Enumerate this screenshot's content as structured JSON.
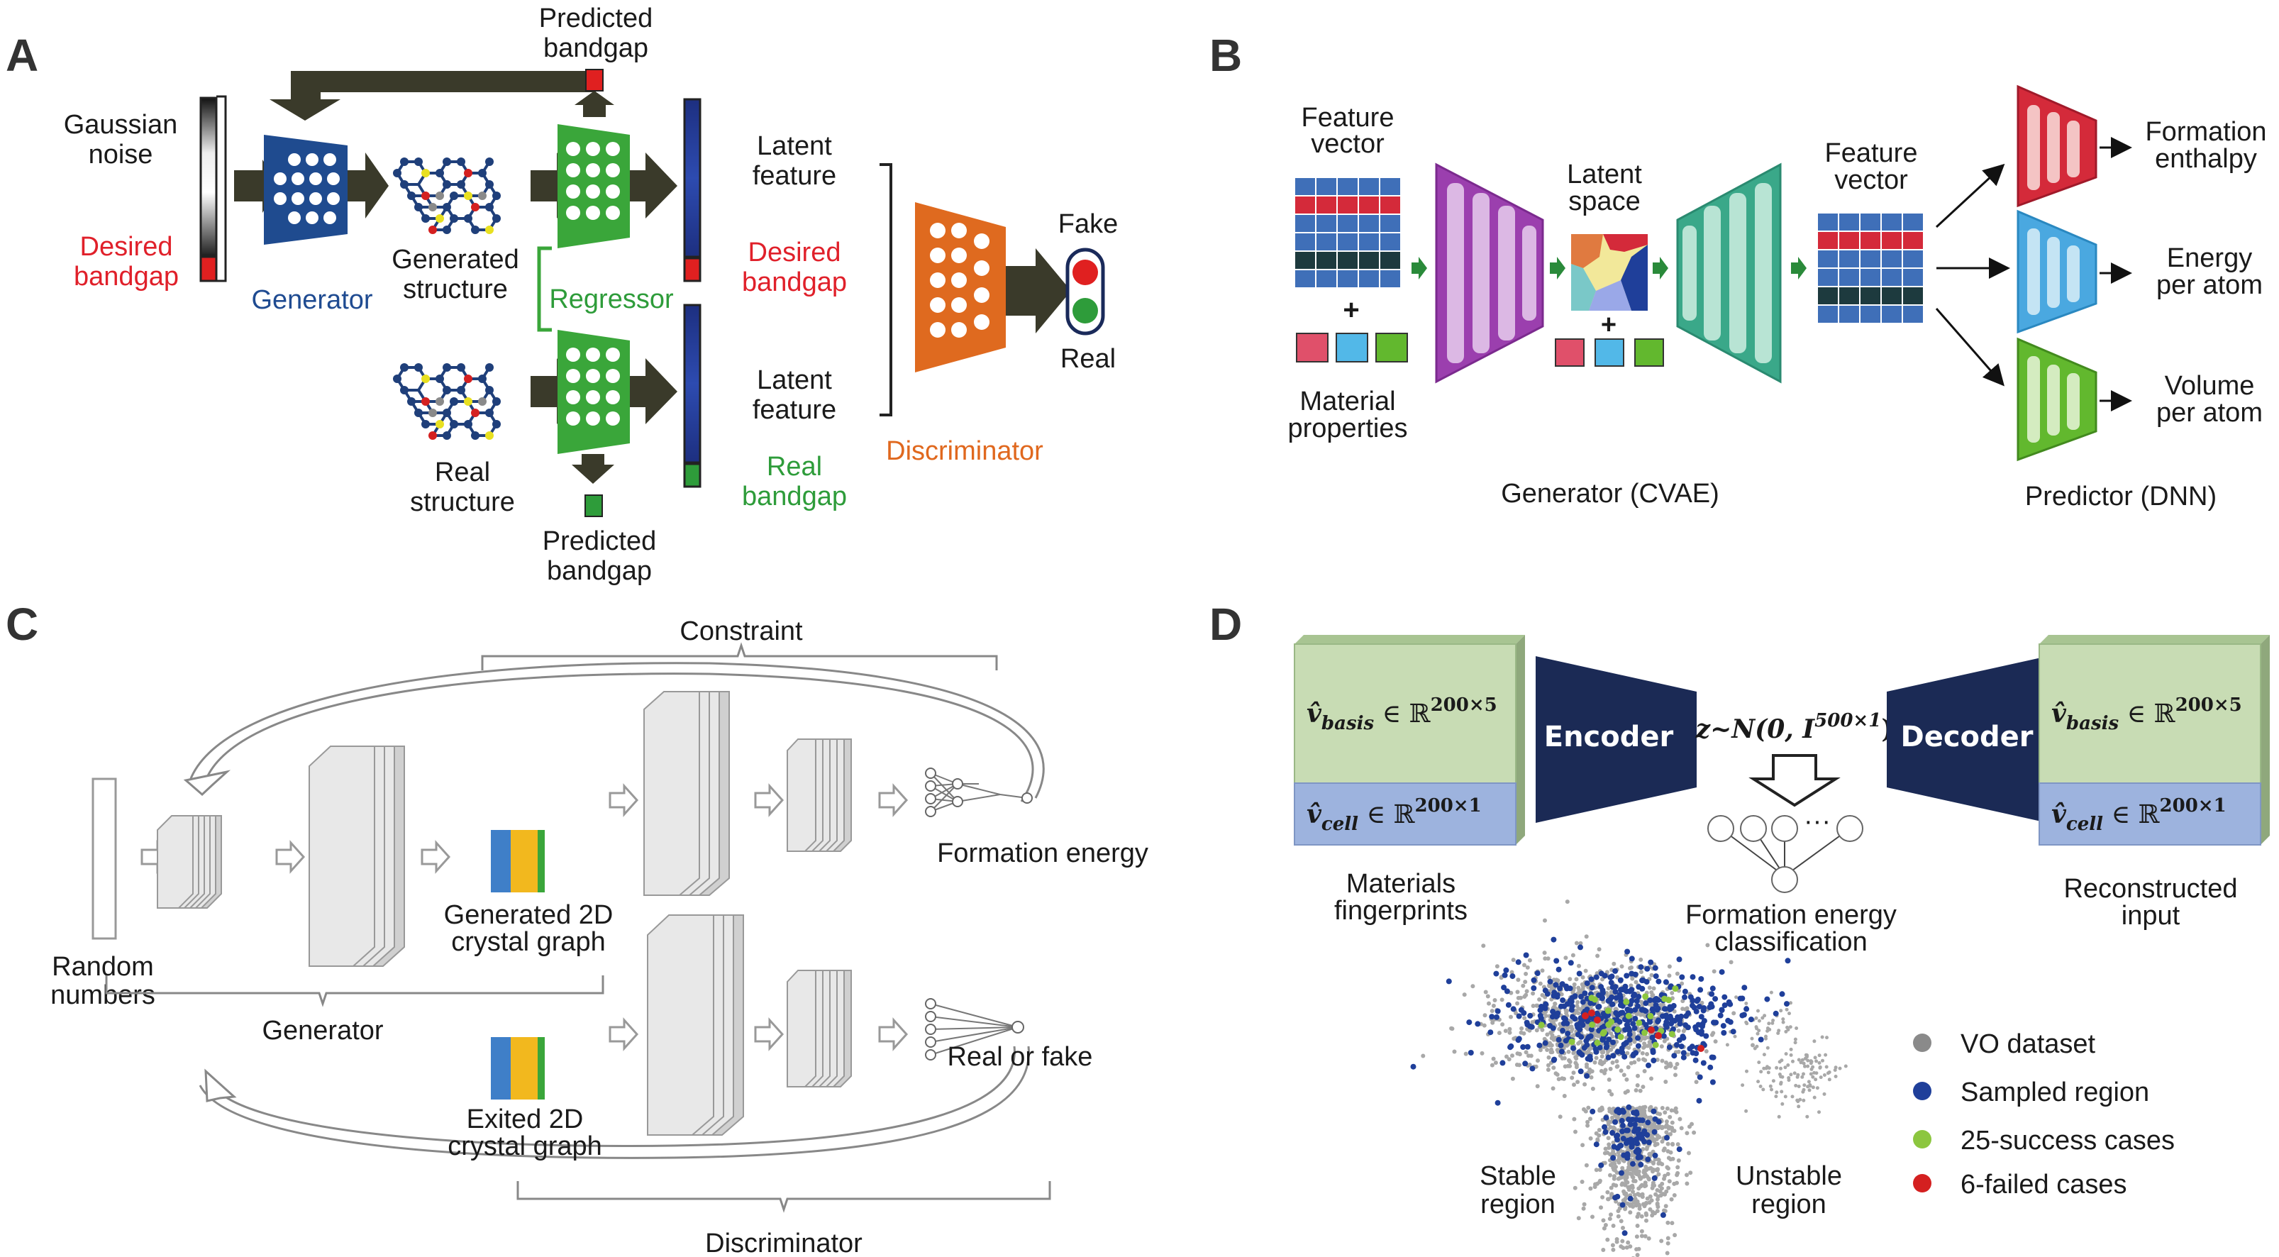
{
  "panels": {
    "a": {
      "letter": "A",
      "gaussian_noise": [
        "Gaussian",
        "noise"
      ],
      "desired_bandgap_left": [
        "Desired",
        "bandgap"
      ],
      "generator": "Generator",
      "generated_structure": [
        "Generated",
        "structure"
      ],
      "predicted_bandgap_top": [
        "Predicted",
        "bandgap"
      ],
      "regressor": "Regressor",
      "real_structure": [
        "Real",
        "structure"
      ],
      "predicted_bandgap_bottom": [
        "Predicted",
        "bandgap"
      ],
      "latent_feature_top": [
        "Latent",
        "feature"
      ],
      "desired_bandgap_right": [
        "Desired",
        "bandgap"
      ],
      "latent_feature_bottom": [
        "Latent",
        "feature"
      ],
      "real_bandgap": [
        "Real",
        "bandgap"
      ],
      "discriminator": "Discriminator",
      "fake": "Fake",
      "real": "Real"
    },
    "b": {
      "letter": "B",
      "feature_vector_in": [
        "Feature",
        "vector"
      ],
      "material_properties": [
        "Material",
        "properties"
      ],
      "latent_space": [
        "Latent",
        "space"
      ],
      "feature_vector_out": [
        "Feature",
        "vector"
      ],
      "plus": "+",
      "generator_cvae": "Generator (CVAE)",
      "predictor_dnn": "Predictor (DNN)",
      "outputs": [
        [
          "Formation",
          "enthalpy"
        ],
        [
          "Energy",
          "per atom"
        ],
        [
          "Volume",
          "per atom"
        ]
      ]
    },
    "c": {
      "letter": "C",
      "constraint": "Constraint",
      "random_numbers": [
        "Random",
        "numbers"
      ],
      "generator": "Generator",
      "generated_graph": [
        "Generated 2D",
        "crystal graph"
      ],
      "exited_graph": [
        "Exited 2D",
        "crystal graph"
      ],
      "formation_energy": "Formation energy",
      "real_or_fake": "Real or fake",
      "discriminator": "Discriminator"
    },
    "d": {
      "letter": "D",
      "encoder": "Encoder",
      "decoder": "Decoder",
      "latent_prior": "z~N(0, I",
      "latent_prior_sup": "500×1",
      "latent_prior_close": ")",
      "v_basis": "v̂",
      "v_basis_sub": "basis",
      "v_basis_set": " ∈ ℝ",
      "v_basis_sup": "200×5",
      "v_cell": "v̂",
      "v_cell_sub": "cell",
      "v_cell_set": " ∈ ℝ",
      "v_cell_sup": "200×1",
      "materials_fingerprints": [
        "Materials",
        "fingerprints"
      ],
      "formation_energy_classification": [
        "Formation energy",
        "classification"
      ],
      "reconstructed_input": [
        "Reconstructed",
        "input"
      ],
      "ellipsis": "···",
      "stable_region": [
        "Stable",
        "region"
      ],
      "unstable_region": [
        "Unstable",
        "region"
      ],
      "legend": [
        {
          "label": "VO dataset",
          "color": "#8a8a8a"
        },
        {
          "label": "Sampled region",
          "color": "#1f3f9a"
        },
        {
          "label": "25-success cases",
          "color": "#8cc63f"
        },
        {
          "label": "6-failed cases",
          "color": "#d42020"
        }
      ]
    }
  },
  "colors": {
    "generator_blue": "#1f4b8f",
    "regressor_green": "#3aa63a",
    "discriminator_orange": "#df6a1f",
    "arrow_dark": "#3a3a2a",
    "cvae_purple": "#9b3fae",
    "cvae_teal": "#3aa889",
    "box_green": "#c8dcb4",
    "box_blue": "#9db3de",
    "trapezoid_navy": "#1b2a55"
  }
}
